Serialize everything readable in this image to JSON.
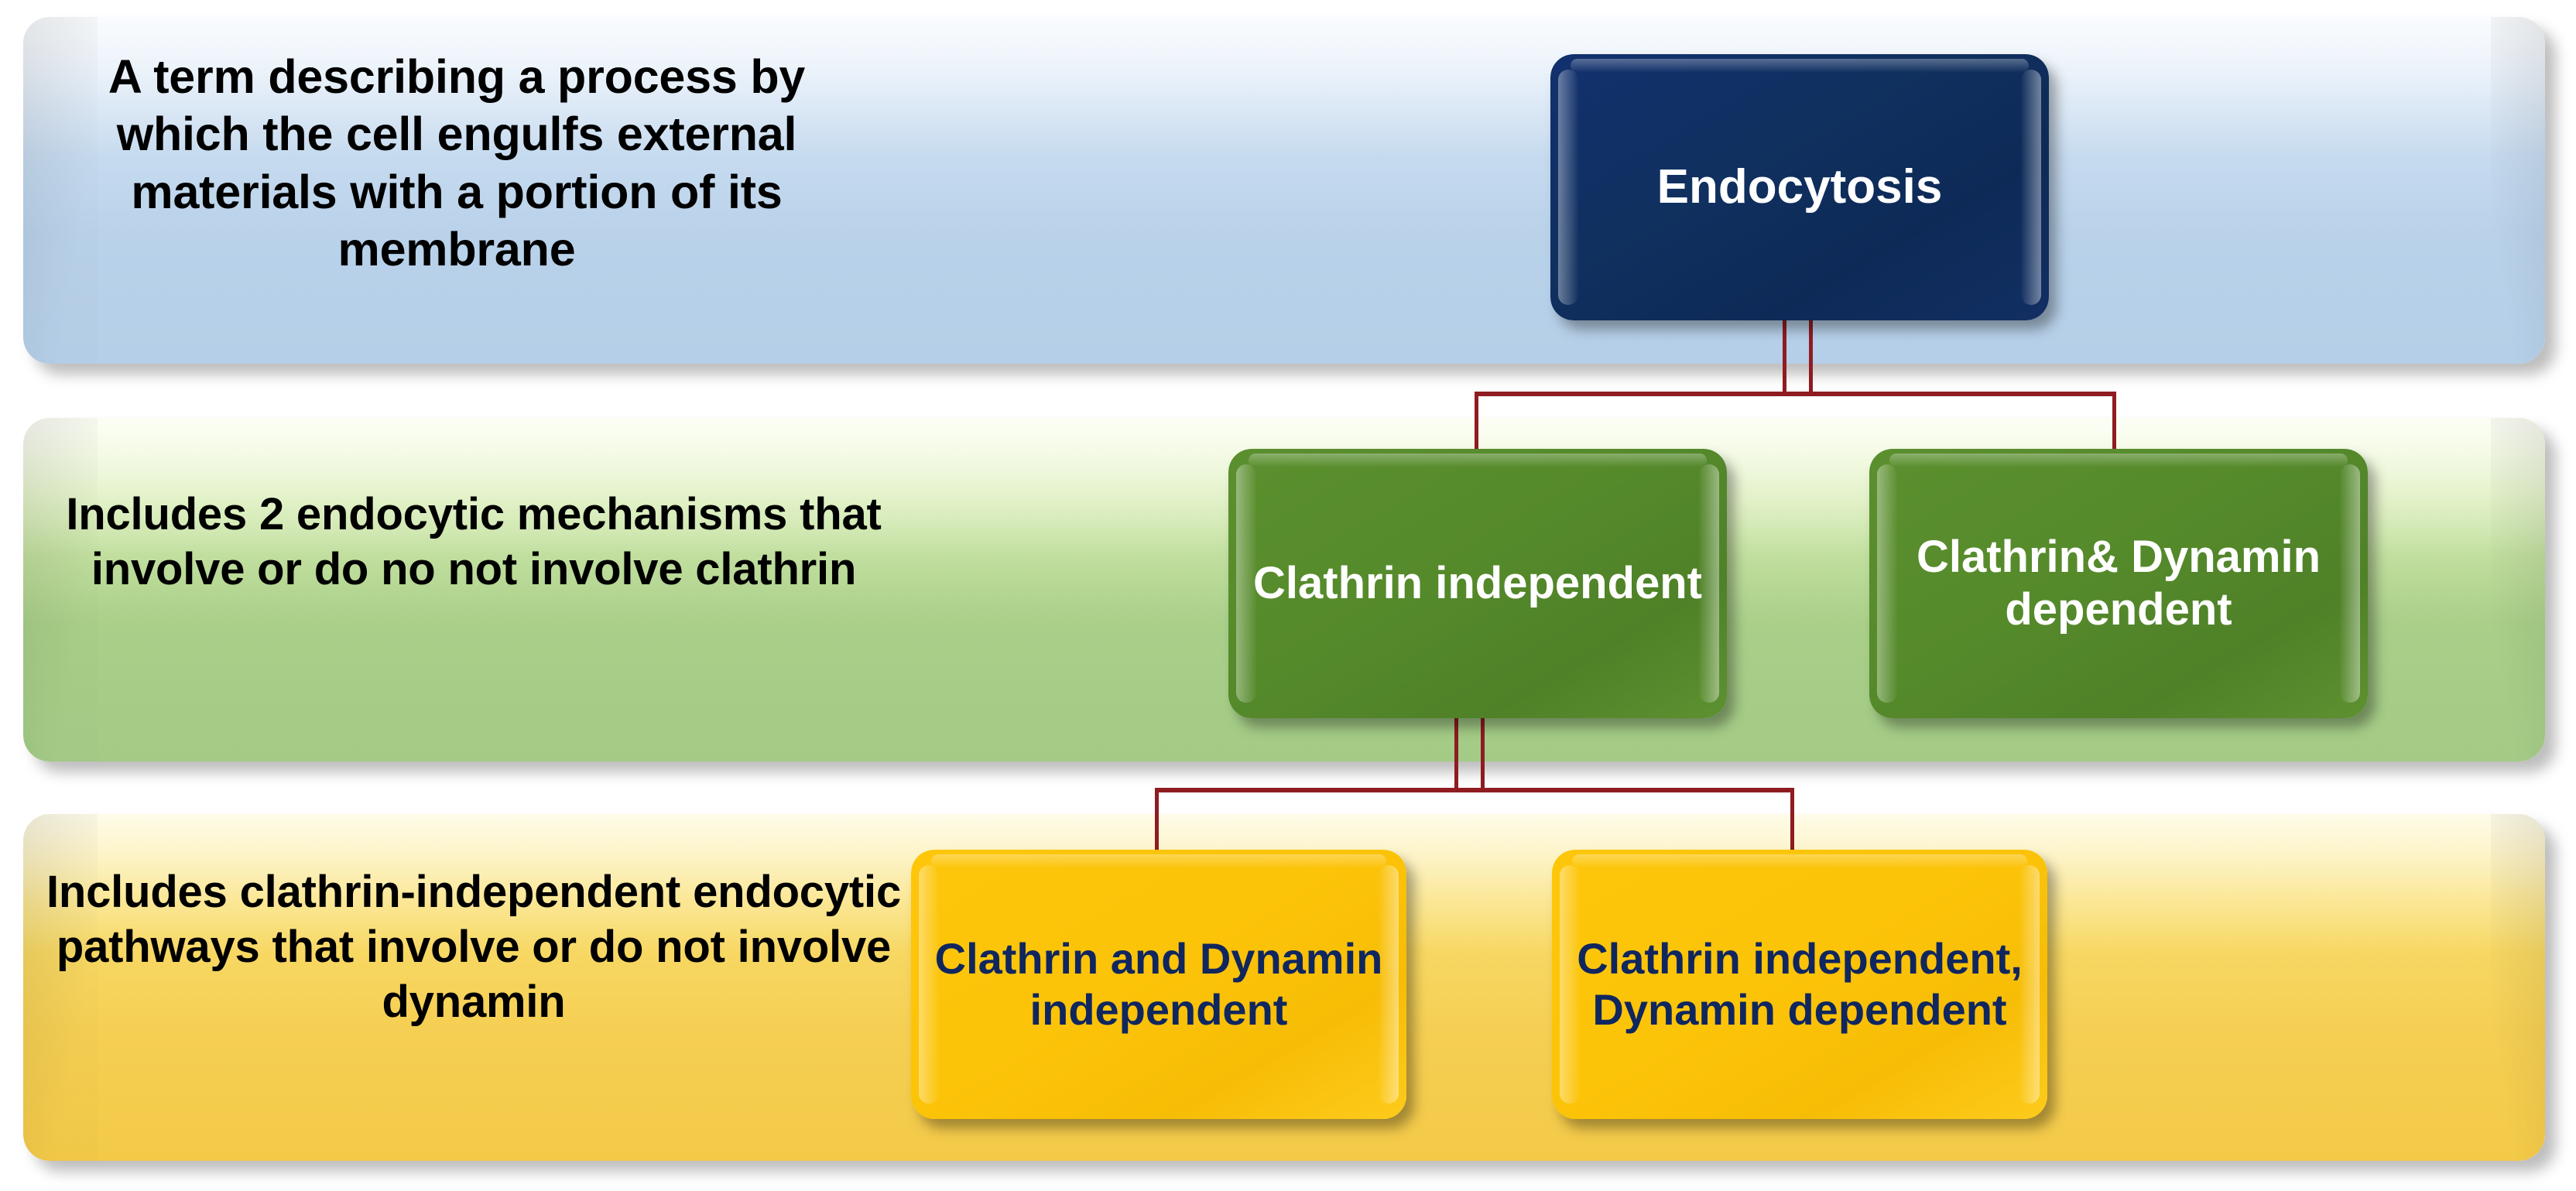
{
  "diagram": {
    "title": "Endocytosis classification hierarchy",
    "colors": {
      "band_blue": "#b9d2ea",
      "band_green": "#a9cf89",
      "band_yellow": "#f5cf53",
      "node_navy": "#0d2a57",
      "node_green": "#558a2b",
      "node_yellow": "#fcc409",
      "connector_red": "#8f1c21",
      "caption_text": "#000000",
      "node_navy_text": "#ffffff",
      "node_green_text": "#ffffff",
      "node_yellow_text": "#10265e"
    }
  },
  "bands": {
    "blue": {
      "caption": "A term describing a process by which the cell engulfs external materials with a portion of its membrane"
    },
    "green": {
      "caption": "Includes 2 endocytic mechanisms that involve or do no not involve  clathrin"
    },
    "yellow": {
      "caption": "Includes clathrin-independent endocytic pathways that involve or do not involve dynamin"
    }
  },
  "nodes": {
    "endocytosis": {
      "label": "Endocytosis",
      "level": 1
    },
    "clathrin_independent": {
      "label": "Clathrin independent",
      "level": 2
    },
    "clathrin_dynamin_dependent": {
      "label": "Clathrin& Dynamin dependent",
      "level": 2
    },
    "clathrin_and_dynamin_independent": {
      "label": "Clathrin and Dynamin independent",
      "level": 3
    },
    "clathrin_independent_dynamin_dependent": {
      "label": "Clathrin independent, Dynamin dependent",
      "level": 3
    }
  },
  "connectors": [
    {
      "from": "endocytosis",
      "to": "clathrin_independent"
    },
    {
      "from": "endocytosis",
      "to": "clathrin_dynamin_dependent"
    },
    {
      "from": "clathrin_independent",
      "to": "clathrin_and_dynamin_independent"
    },
    {
      "from": "clathrin_independent",
      "to": "clathrin_independent_dynamin_dependent"
    }
  ]
}
